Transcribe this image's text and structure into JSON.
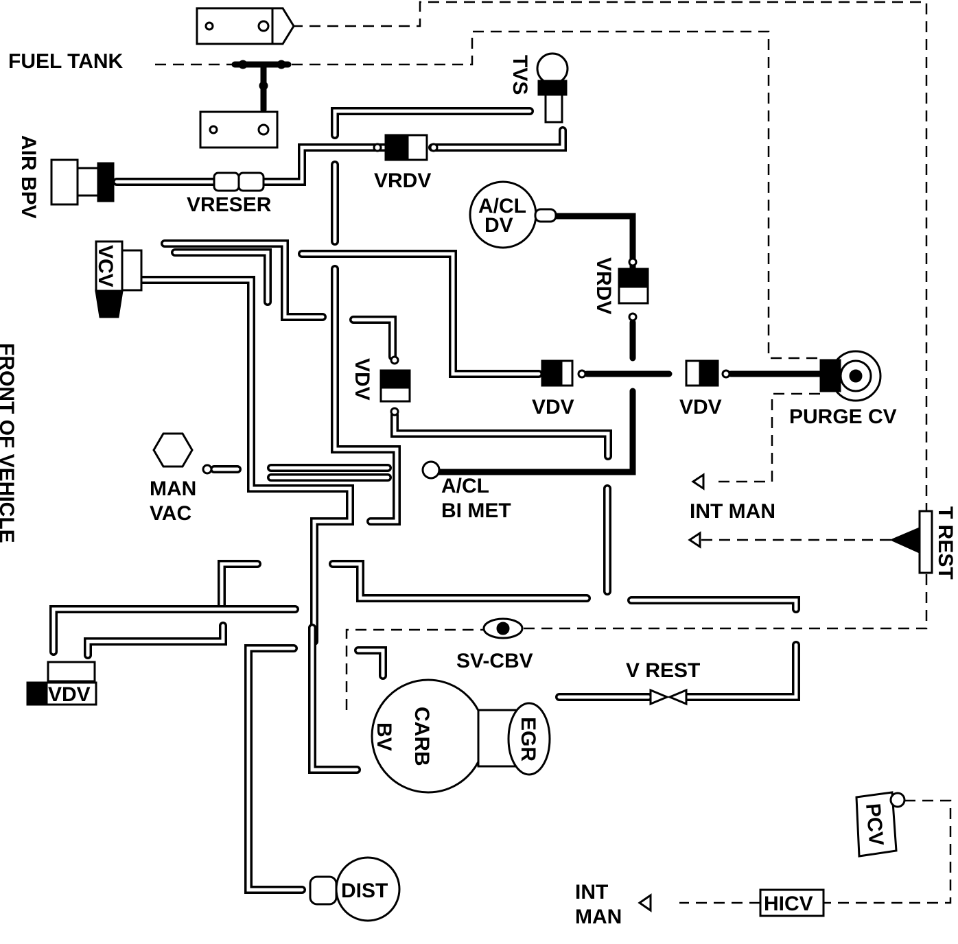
{
  "labels": {
    "fuel_tank": "FUEL TANK",
    "air_bpv": "AIR BPV",
    "vreser": "VRESER",
    "vrdv_top": "VRDV",
    "tvs": "TVS",
    "acl_dv_line1": "A/CL",
    "acl_dv_line2": "DV",
    "vrdv_right": "VRDV",
    "vcv": "VCV",
    "front_of_vehicle": "FRONT OF VEHICLE",
    "vdv_mid": "VDV",
    "vdv_center": "VDV",
    "vdv_right": "VDV",
    "purge_cv": "PURGE CV",
    "man_vac_line1": "MAN",
    "man_vac_line2": "VAC",
    "acl_bimet_line1": "A/CL",
    "acl_bimet_line2": "BI MET",
    "int_man_right": "INT MAN",
    "t_rest": "T REST",
    "vdv_left": "VDV",
    "sv_cbv": "SV-CBV",
    "v_rest": "V REST",
    "carb": "CARB",
    "bv": "BV",
    "egr": "EGR",
    "pcv": "PCV",
    "dist": "DIST",
    "int_man_bottom_line1": "INT",
    "int_man_bottom_line2": "MAN",
    "hicv": "HICV"
  }
}
